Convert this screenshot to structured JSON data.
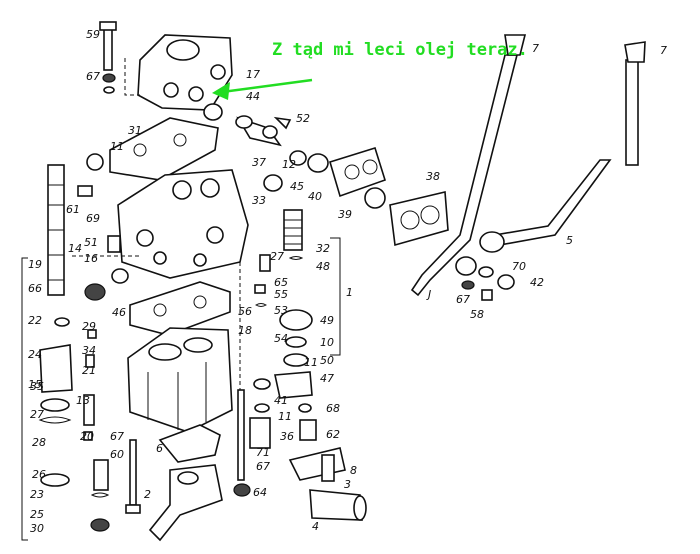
{
  "annotation": {
    "text": "Z tąd mi leci olej teraz.",
    "color": "#22dd22"
  },
  "labels": [
    "59",
    "67",
    "17",
    "44",
    "52",
    "31",
    "11",
    "37",
    "12",
    "40",
    "7",
    "7",
    "38",
    "69",
    "61",
    "14",
    "33",
    "45",
    "39",
    "5",
    "51",
    "16",
    "27",
    "32",
    "48",
    "19",
    "65",
    "55",
    "1",
    "70",
    "42",
    "66",
    "53",
    "49",
    "22",
    "46",
    "56",
    "29",
    "34",
    "21",
    "24",
    "18",
    "54",
    "10",
    "50",
    "11",
    "47",
    "15",
    "35",
    "13",
    "27",
    "41",
    "11",
    "68",
    "28",
    "20",
    "67",
    "60",
    "6",
    "36",
    "62",
    "71",
    "26",
    "23",
    "2",
    "67",
    "64",
    "8",
    "3",
    "25",
    "30",
    "4",
    "58",
    "67",
    "J"
  ],
  "colors": {
    "line": "#111111",
    "background": "#ffffff"
  }
}
